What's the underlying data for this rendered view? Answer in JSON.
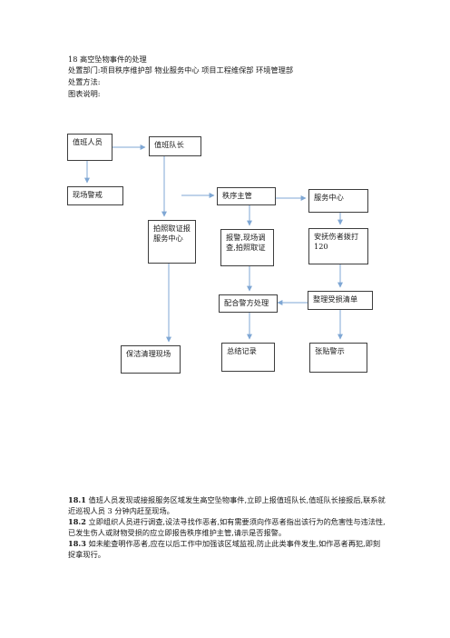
{
  "title": "18 高空坠物事件的处理",
  "department": "处置部门:项目秩序维护部  物业服务中心  项目工程维保部  环境管理部",
  "method_label": "处置方法:",
  "chart_label": "图表说明:",
  "flow": {
    "duty_staff": "值班人员",
    "duty_leader": "值班队长",
    "site_alert": "现场警戒",
    "order_supervisor": "秩序主管",
    "service_center": "服务中心",
    "evidence_report": "拍照取证报服务中心",
    "police_investigate": "报警,现场调查,拍照取证",
    "comfort_injured": "安抚伤者拨打 120",
    "cooperate_police": "配合警方处理",
    "loss_list": "整理受损清单",
    "cleaning": "保洁清理现场",
    "summary": "总结记录",
    "notice": "张贴警示"
  },
  "paragraphs": [
    {
      "num": "18.1",
      "text": " 值班人员发现或接报服务区域发生高空坠物事件,立即上报值班队长,值班队长接报后,联系就近巡视人员 3 分钟内赶至现场。"
    },
    {
      "num": "18.2",
      "text": " 立即组织人员进行调查,设法寻找作恶者,如有需要须向作恶者指出该行为的危害性与违法性,已发生伤人或财物受损的应立即报告秩序维护主管,请示是否报警。"
    },
    {
      "num": "18.3",
      "text": " 如未能查明作恶者,应在以后工作中加强该区域监视,防止此类事件发生,如作恶者再犯,即刻捉拿现行。"
    }
  ]
}
